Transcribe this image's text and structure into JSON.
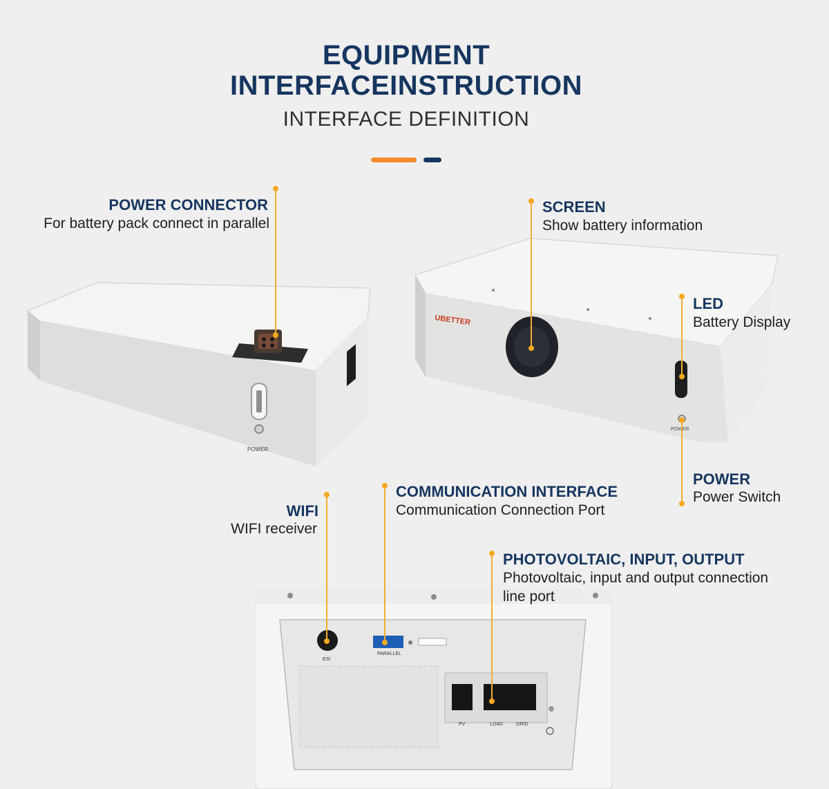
{
  "header": {
    "title_line1": "EQUIPMENT",
    "title_line2": "INTERFACEINSTRUCTION",
    "subtitle": "INTERFACE DEFINITION"
  },
  "colors": {
    "navy": "#16365f",
    "orange": "#f38b2b",
    "leader": "#f3ad2d",
    "background": "#efefef"
  },
  "callouts": {
    "power_connector": {
      "title": "POWER CONNECTOR",
      "desc": "For battery pack connect in parallel"
    },
    "screen": {
      "title": "SCREEN",
      "desc": "Show battery information"
    },
    "led": {
      "title": "LED",
      "desc": "Battery Display"
    },
    "power": {
      "title": "POWER",
      "desc": "Power Switch"
    },
    "wifi": {
      "title": "WIFI",
      "desc": "WIFI receiver"
    },
    "communication": {
      "title": "COMMUNICATION INTERFACE",
      "desc": "Communication Connection Port"
    },
    "pv": {
      "title": "PHOTOVOLTAIC, INPUT, OUTPUT",
      "desc_line1": "Photovoltaic, input and output connection",
      "desc_line2": "line port"
    }
  },
  "device_labels": {
    "brand": "UBETTER",
    "power_left": "POWER",
    "power_right": "POWER",
    "esi": "ESI",
    "parallel": "PARALLEL",
    "pv": "PV",
    "load": "LOAD",
    "grid": "GRID"
  }
}
